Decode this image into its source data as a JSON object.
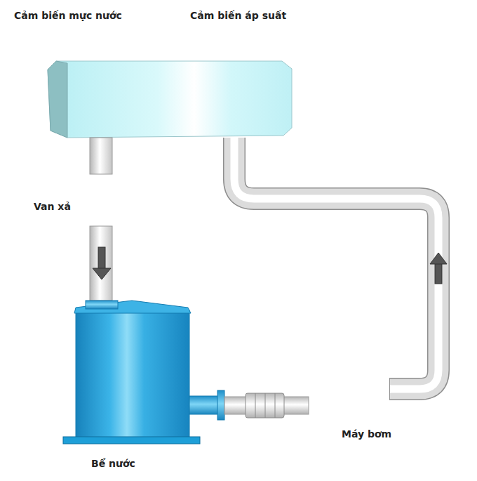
{
  "diagram": {
    "labels": [
      "Cảm biến mực nước",
      "Cảm biến áp suất",
      "Van xả",
      "Máy bơm",
      "Bể nước"
    ]
  }
}
